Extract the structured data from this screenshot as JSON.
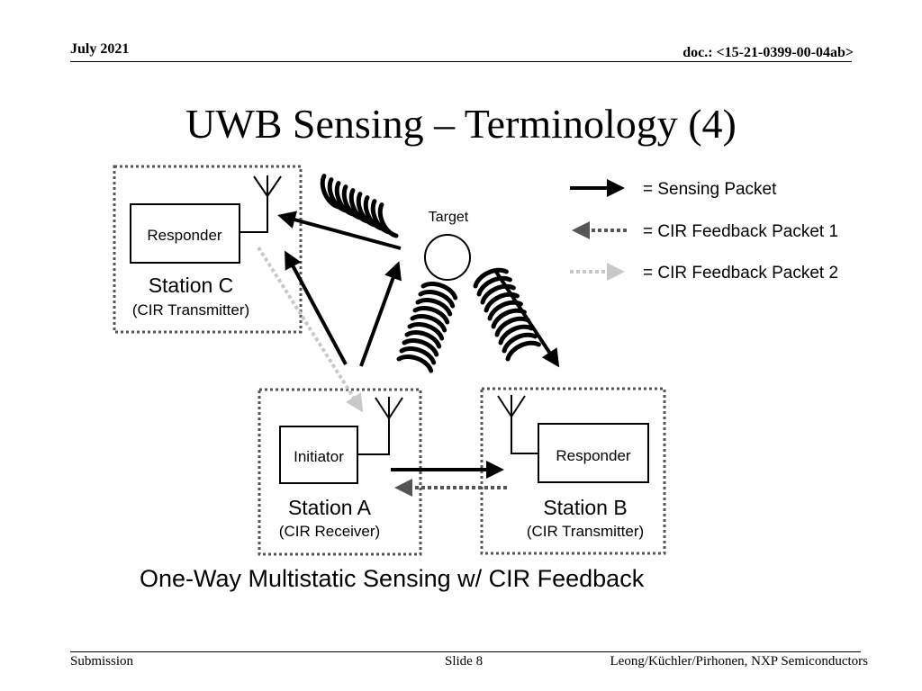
{
  "header": {
    "date": "July 2021",
    "doc": "doc.: <15-21-0399-00-04ab>"
  },
  "title": "UWB Sensing – Terminology (4)",
  "legend": [
    {
      "style": "solid-black",
      "label": "= Sensing Packet"
    },
    {
      "style": "dotted-dark-gray",
      "label": "= CIR Feedback Packet 1"
    },
    {
      "style": "dotted-light-gray",
      "label": "= CIR Feedback Packet 2"
    }
  ],
  "target": {
    "label": "Target"
  },
  "stations": {
    "c": {
      "device": "Responder",
      "name": "Station C",
      "role": "(CIR Transmitter)"
    },
    "a": {
      "device": "Initiator",
      "name": "Station A",
      "role": "(CIR Receiver)"
    },
    "b": {
      "device": "Responder",
      "name": "Station B",
      "role": "(CIR Transmitter)"
    }
  },
  "caption": "One-Way Multistatic Sensing w/ CIR Feedback",
  "footer": {
    "left": "Submission",
    "center": "Slide 8",
    "right": "Leong/Küchler/Pirhonen, NXP Semiconductors"
  },
  "colors": {
    "sensing": "#000000",
    "feedback1": "#555555",
    "feedback2": "#c8c8c8"
  }
}
